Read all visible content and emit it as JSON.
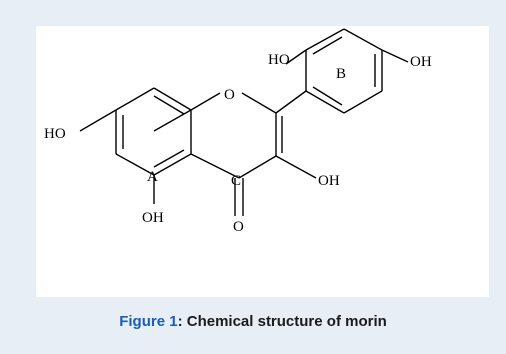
{
  "figure": {
    "number_label": "Figure 1",
    "separator": ": ",
    "caption_text": "Chemical structure of morin"
  },
  "molecule": {
    "atoms": {
      "ho_top_left": "HO",
      "oh_top_right": "OH",
      "ho_left": "HO",
      "ring_o": "O",
      "oh_c3": "OH",
      "oh_bottom": "OH",
      "carbonyl_o": "O"
    },
    "ring_labels": {
      "a": "A",
      "b": "B",
      "c": "C"
    }
  }
}
